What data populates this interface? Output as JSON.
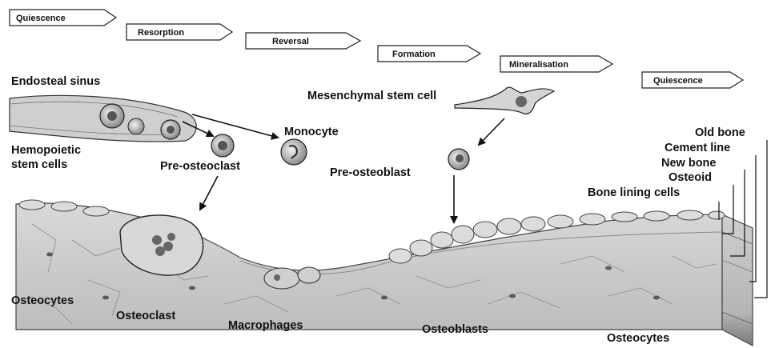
{
  "phases": [
    "Quiescence",
    "Resorption",
    "Reversal",
    "Formation",
    "Mineralisation",
    "Quiescence"
  ],
  "labels": {
    "endosteal_sinus": "Endosteal sinus",
    "hemopoietic_1": "Hemopoietic",
    "hemopoietic_2": "stem cells",
    "pre_osteoclast": "Pre-osteoclast",
    "monocyte": "Monocyte",
    "mesenchymal": "Mesenchymal stem cell",
    "pre_osteoblast": "Pre-osteoblast",
    "old_bone": "Old bone",
    "cement_line": "Cement line",
    "new_bone": "New bone",
    "osteoid": "Osteoid",
    "bone_lining": "Bone lining cells",
    "osteocytes_left": "Osteocytes",
    "osteoclast": "Osteoclast",
    "macrophages": "Macrophages",
    "osteoblasts": "Osteoblasts",
    "osteocytes_right": "Osteocytes"
  }
}
